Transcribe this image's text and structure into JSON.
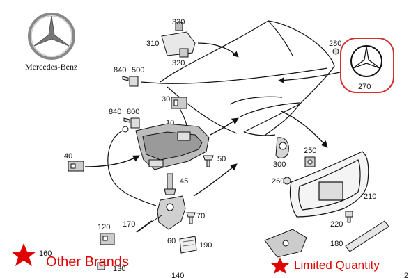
{
  "brand": {
    "name": "Mercedes-Benz",
    "logo_icon": "three-pointed-star-icon"
  },
  "labels": {
    "p330": "330",
    "p310": "310",
    "p320": "320",
    "p280": "280",
    "p270": "270",
    "p840a": "840",
    "p500": "500",
    "p840b": "840",
    "p800": "800",
    "p30": "30",
    "p10": "10",
    "p40": "40",
    "p50": "50",
    "p45": "45",
    "p300": "300",
    "p250": "250",
    "p260": "260",
    "p210": "210",
    "p220": "220",
    "p170": "170",
    "p120": "120",
    "p70": "70",
    "p60": "60",
    "p190": "190",
    "p180": "180",
    "p130": "130",
    "p160": "160",
    "p140": "140",
    "p2": "2"
  },
  "promos": {
    "left": "Other Brands",
    "right": "Limited Quantity"
  },
  "colors": {
    "accent": "#e00000",
    "line": "#111111",
    "highlight_ring": "#d03030"
  }
}
